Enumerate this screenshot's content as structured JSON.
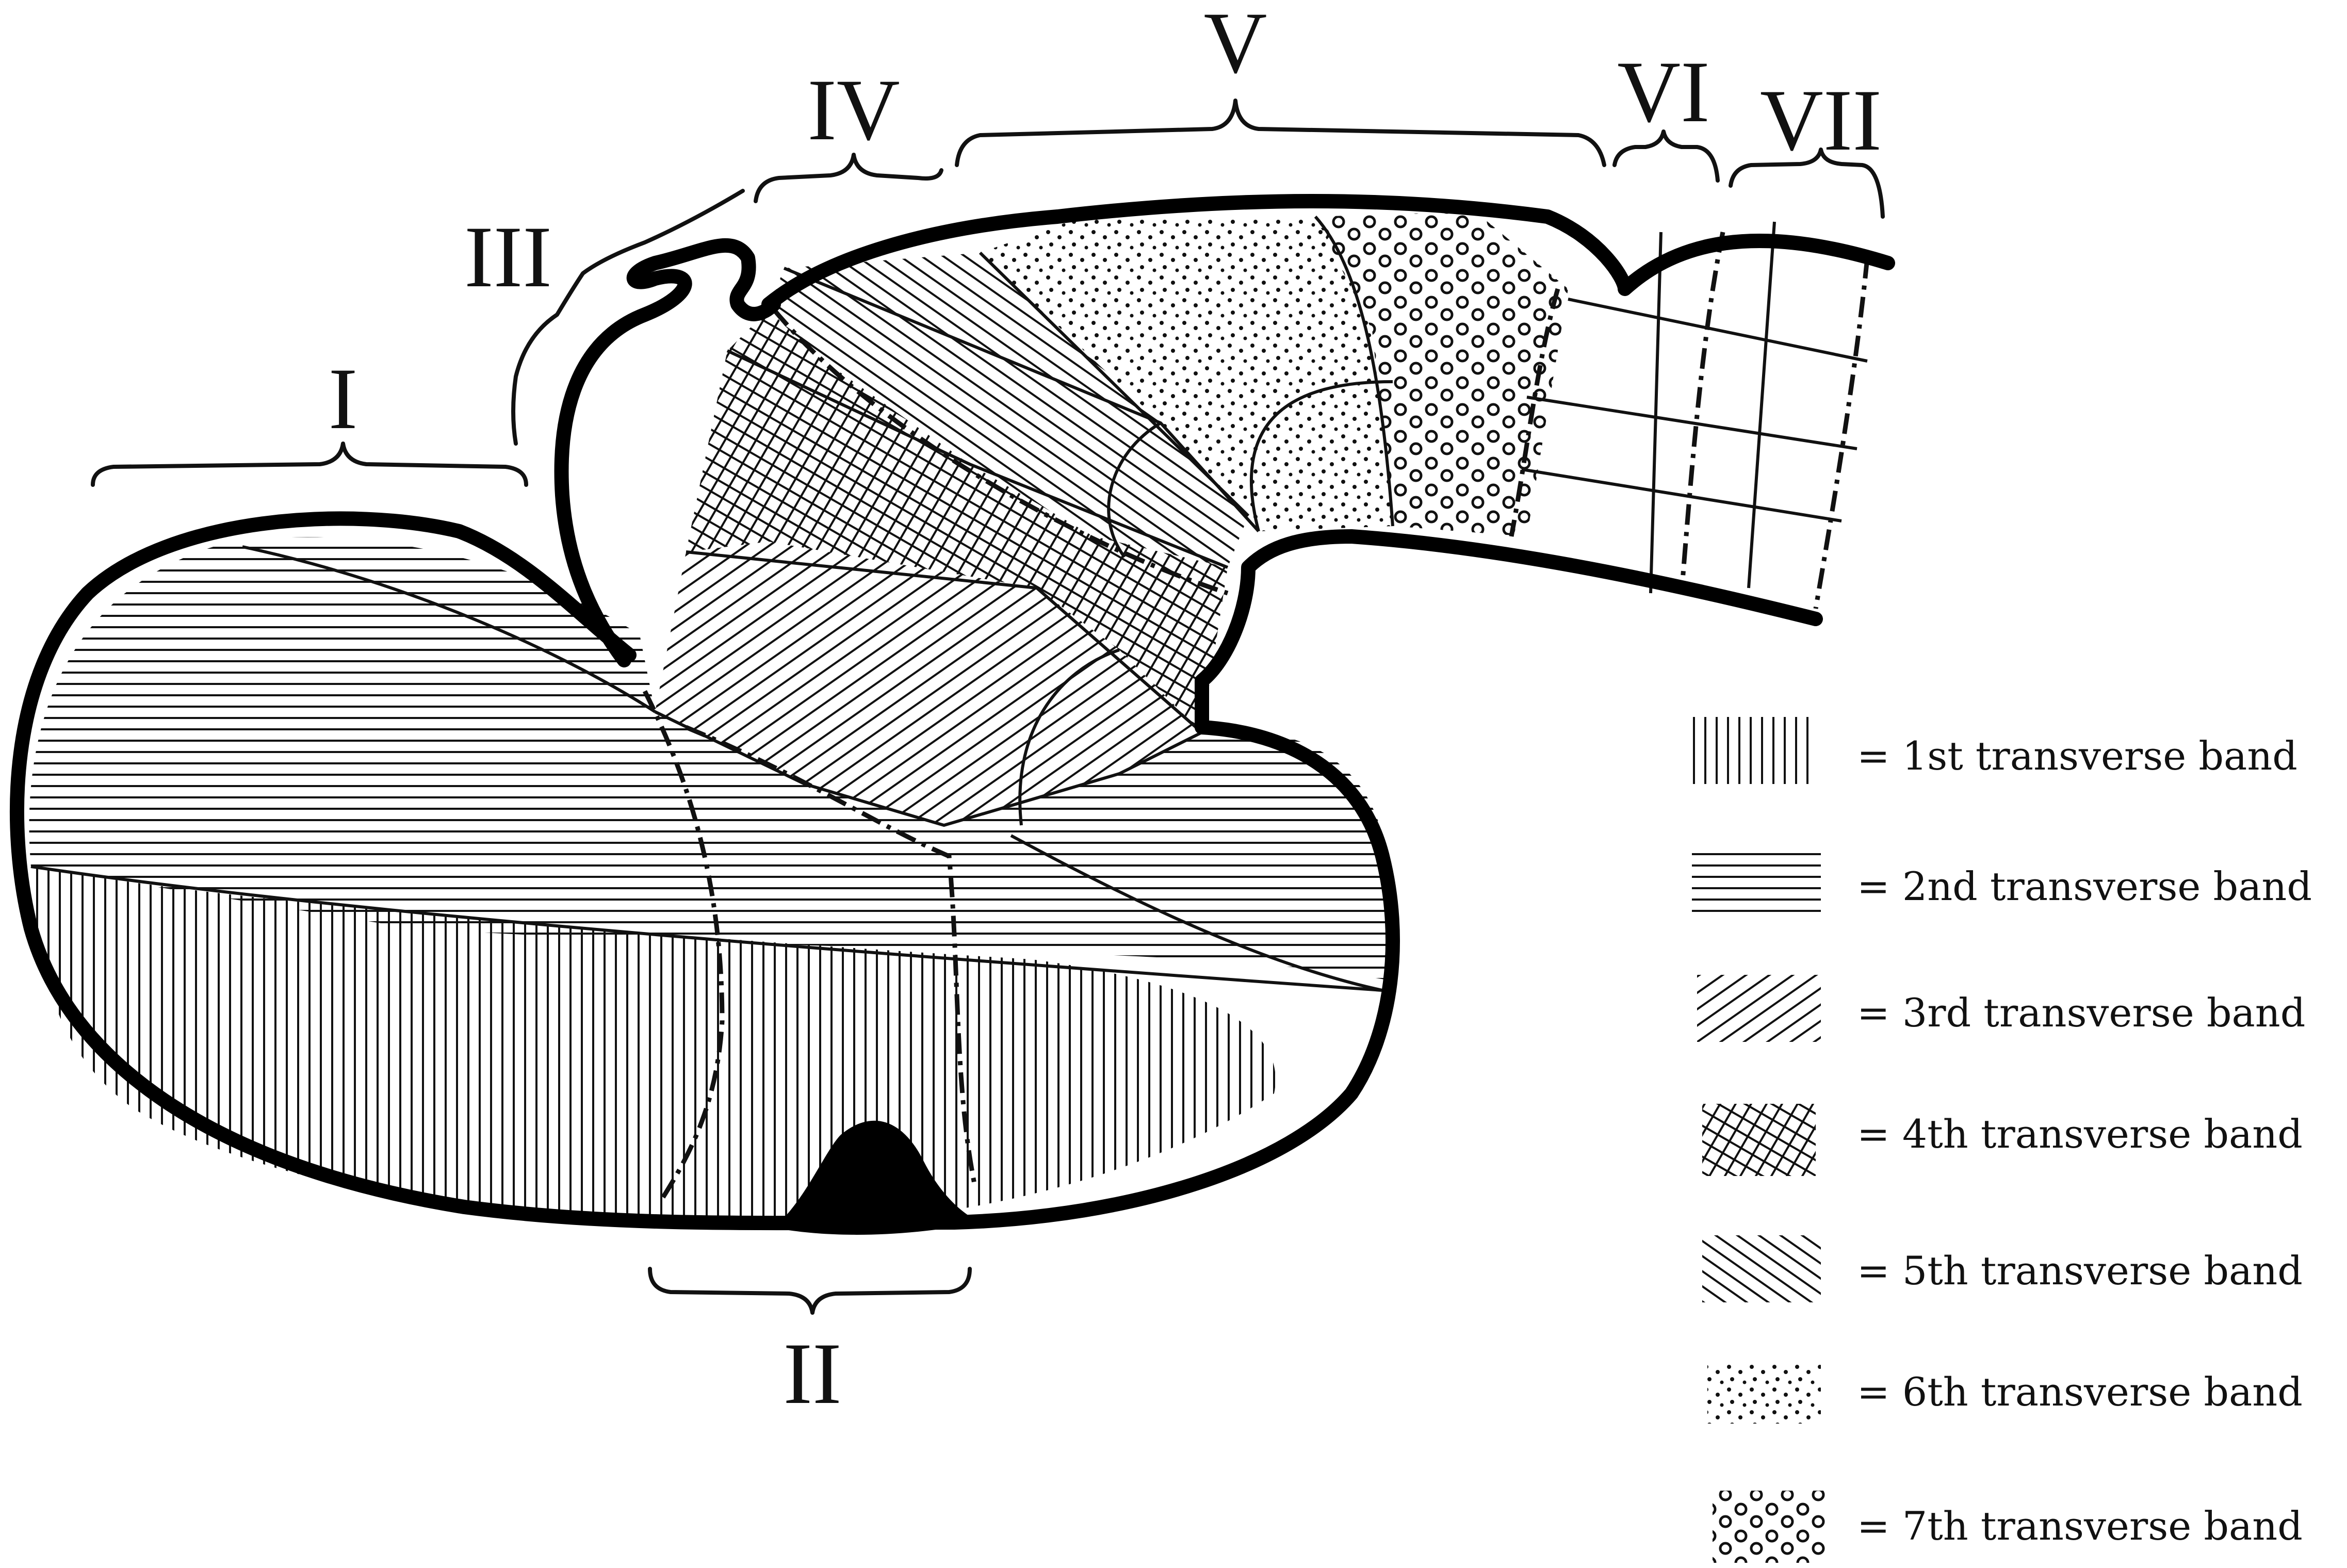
{
  "segments": {
    "I": "I",
    "II": "II",
    "III": "III",
    "IV": "IV",
    "V": "V",
    "VI": "VI",
    "VII": "VII"
  },
  "legend": [
    {
      "pattern": "vertical-lines",
      "label": "= 1st transverse band"
    },
    {
      "pattern": "horizontal-lines",
      "label": "= 2nd transverse band"
    },
    {
      "pattern": "diagonal-lines-forward",
      "label": "= 3rd transverse band"
    },
    {
      "pattern": "cross-hatch",
      "label": "= 4th transverse band"
    },
    {
      "pattern": "diagonal-lines-backward",
      "label": "= 5th transverse band"
    },
    {
      "pattern": "fine-dots",
      "label": "= 6th transverse band"
    },
    {
      "pattern": "small-circles",
      "label": "= 7th transverse band"
    }
  ],
  "colors": {
    "ink": "#111111",
    "paper": "#ffffff"
  }
}
